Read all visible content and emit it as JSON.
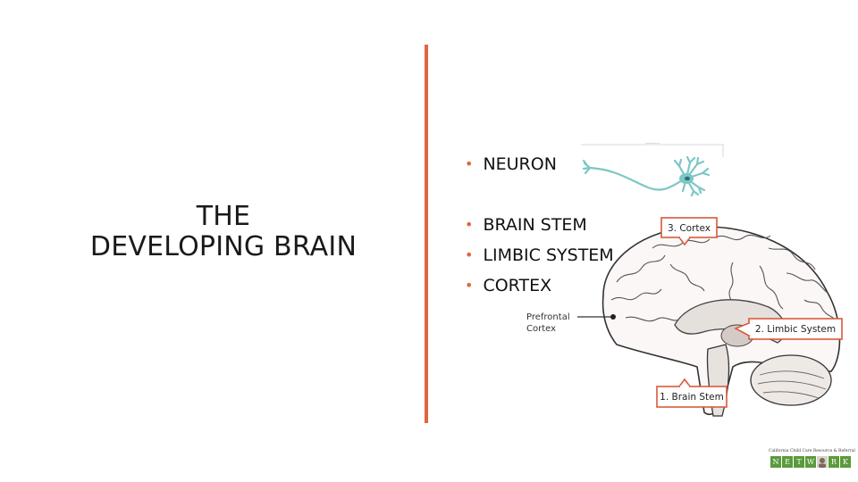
{
  "slide": {
    "title_line1": "THE",
    "title_line2": "DEVELOPING BRAIN"
  },
  "bullets": [
    {
      "label": "NEURON"
    },
    {
      "label": "BRAIN STEM"
    },
    {
      "label": "LIMBIC SYSTEM"
    },
    {
      "label": "CORTEX"
    }
  ],
  "diagram": {
    "cortex_label": "3. Cortex",
    "prefrontal_line1": "Prefrontal",
    "prefrontal_line2": "Cortex",
    "limbic_label": "2. Limbic System",
    "brainstem_label": "1. Brain Stem"
  },
  "logo": {
    "caption": "California Child Care Resource & Referral",
    "letters": [
      "N",
      "E",
      "T",
      "W",
      "",
      "R",
      "K"
    ]
  },
  "colors": {
    "accent": "#e0663d",
    "neuron": "#7cc7c6",
    "label_border": "#d95a3a"
  }
}
